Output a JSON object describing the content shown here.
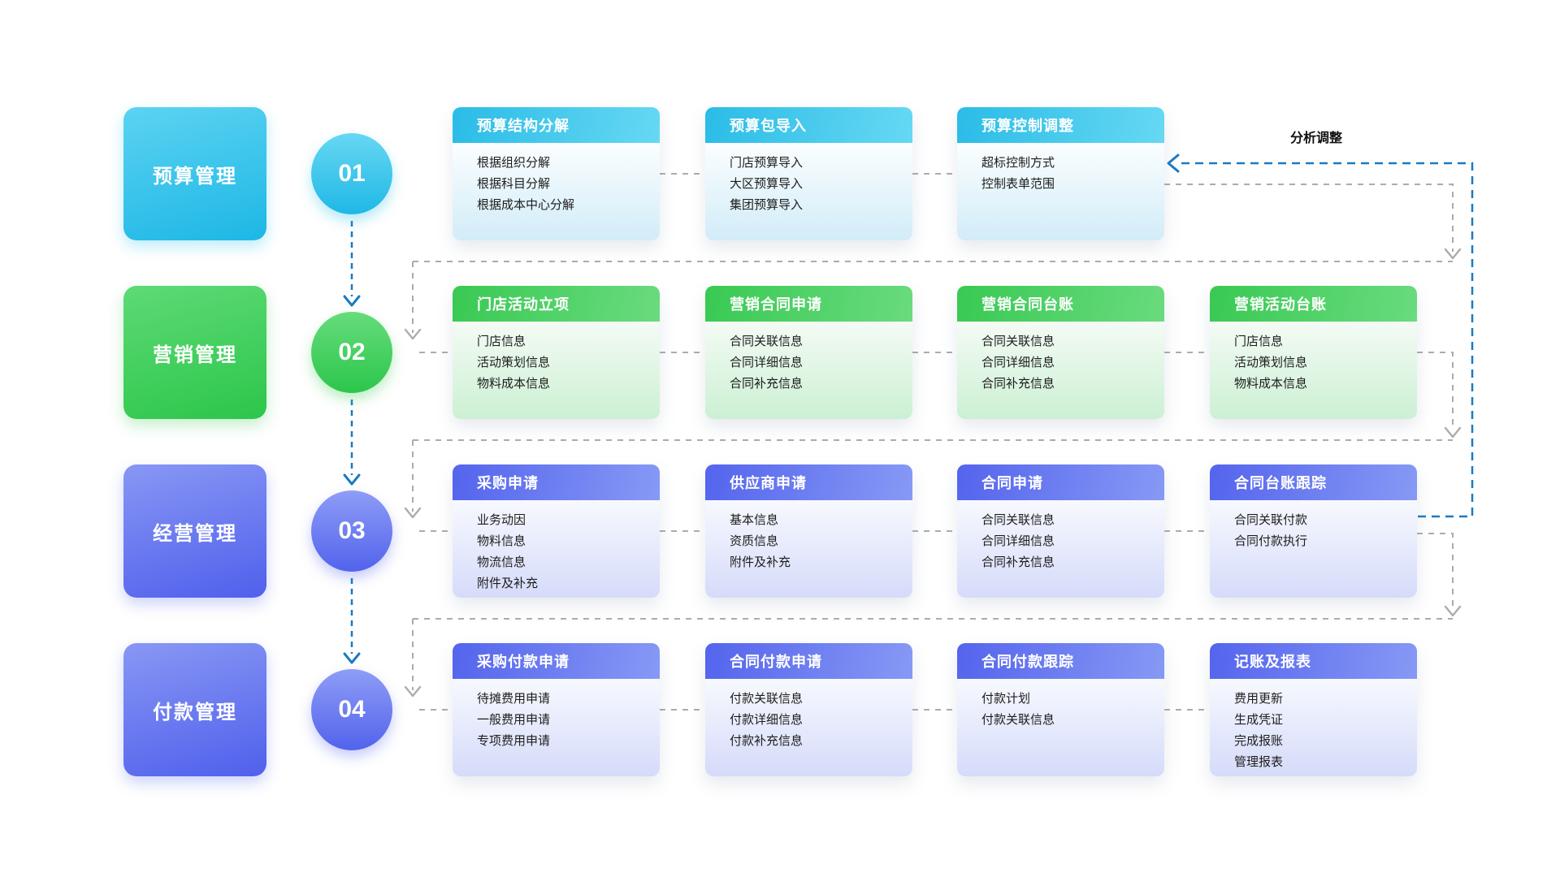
{
  "feedback_label": "分析调整",
  "colors": {
    "row_cyan_accent": "#29bfe8",
    "row_green_accent": "#3ecb57",
    "row_blue_accent": "#5b6ef0",
    "connector_gray": "#acacac",
    "connector_blue": "#1b7ac1",
    "card_text": "#1d1d1d",
    "background": "#ffffff"
  },
  "rows": [
    {
      "step": "01",
      "stage": "预算管理",
      "cards": [
        {
          "title": "预算结构分解",
          "items": [
            "根据组织分解",
            "根据科目分解",
            "根据成本中心分解"
          ]
        },
        {
          "title": "预算包导入",
          "items": [
            "门店预算导入",
            "大区预算导入",
            "集团预算导入"
          ]
        },
        {
          "title": "预算控制调整",
          "items": [
            "超标控制方式",
            "控制表单范围"
          ]
        }
      ]
    },
    {
      "step": "02",
      "stage": "营销管理",
      "cards": [
        {
          "title": "门店活动立项",
          "items": [
            "门店信息",
            "活动策划信息",
            "物料成本信息"
          ]
        },
        {
          "title": "营销合同申请",
          "items": [
            "合同关联信息",
            "合同详细信息",
            "合同补充信息"
          ]
        },
        {
          "title": "营销合同台账",
          "items": [
            "合同关联信息",
            "合同详细信息",
            "合同补充信息"
          ]
        },
        {
          "title": "营销活动台账",
          "items": [
            "门店信息",
            "活动策划信息",
            "物料成本信息"
          ]
        }
      ]
    },
    {
      "step": "03",
      "stage": "经营管理",
      "cards": [
        {
          "title": "采购申请",
          "items": [
            "业务动因",
            "物料信息",
            "物流信息",
            "附件及补充"
          ]
        },
        {
          "title": "供应商申请",
          "items": [
            "基本信息",
            "资质信息",
            "附件及补充"
          ]
        },
        {
          "title": "合同申请",
          "items": [
            "合同关联信息",
            "合同详细信息",
            "合同补充信息"
          ]
        },
        {
          "title": "合同台账跟踪",
          "items": [
            "合同关联付款",
            "合同付款执行"
          ]
        }
      ]
    },
    {
      "step": "04",
      "stage": "付款管理",
      "cards": [
        {
          "title": "采购付款申请",
          "items": [
            "待摊费用申请",
            "一般费用申请",
            "专项费用申请"
          ]
        },
        {
          "title": "合同付款申请",
          "items": [
            "付款关联信息",
            "付款详细信息",
            "付款补充信息"
          ]
        },
        {
          "title": "合同付款跟踪",
          "items": [
            "付款计划",
            "付款关联信息"
          ]
        },
        {
          "title": "记账及报表",
          "items": [
            "费用更新",
            "生成凭证",
            "完成报账",
            "管理报表"
          ]
        }
      ]
    }
  ]
}
